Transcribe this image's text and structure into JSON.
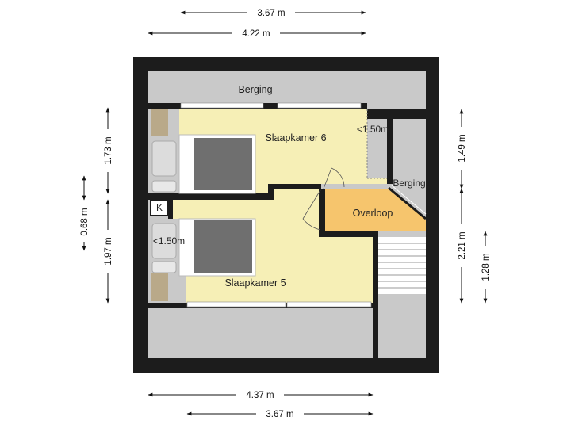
{
  "dimensions": {
    "top_inner": "3.67 m",
    "top_outer": "4.22 m",
    "bottom_outer": "4.37 m",
    "bottom_inner": "3.67 m",
    "left_upper": "1.73 m",
    "left_outer": "0.68 m",
    "left_lower": "1.97 m",
    "right_upper": "1.49 m",
    "right_middle": "2.21 m",
    "right_outer": "1.28 m"
  },
  "rooms": {
    "berging_top": "Berging",
    "slaapkamer_6": "Slaapkamer 6",
    "berging_right": "Berging",
    "overloop": "Overloop",
    "kast": "K",
    "slaapkamer_5": "Slaapkamer 5"
  },
  "annotations": {
    "height_note_top": "<1.50m",
    "height_note_left": "<1.50m"
  },
  "colors": {
    "wall": "#1c1c1c",
    "bedroom": "#f6efb6",
    "landing": "#f6c56d",
    "storage": "#c9c9c9",
    "bed": "#6f6f6f"
  }
}
